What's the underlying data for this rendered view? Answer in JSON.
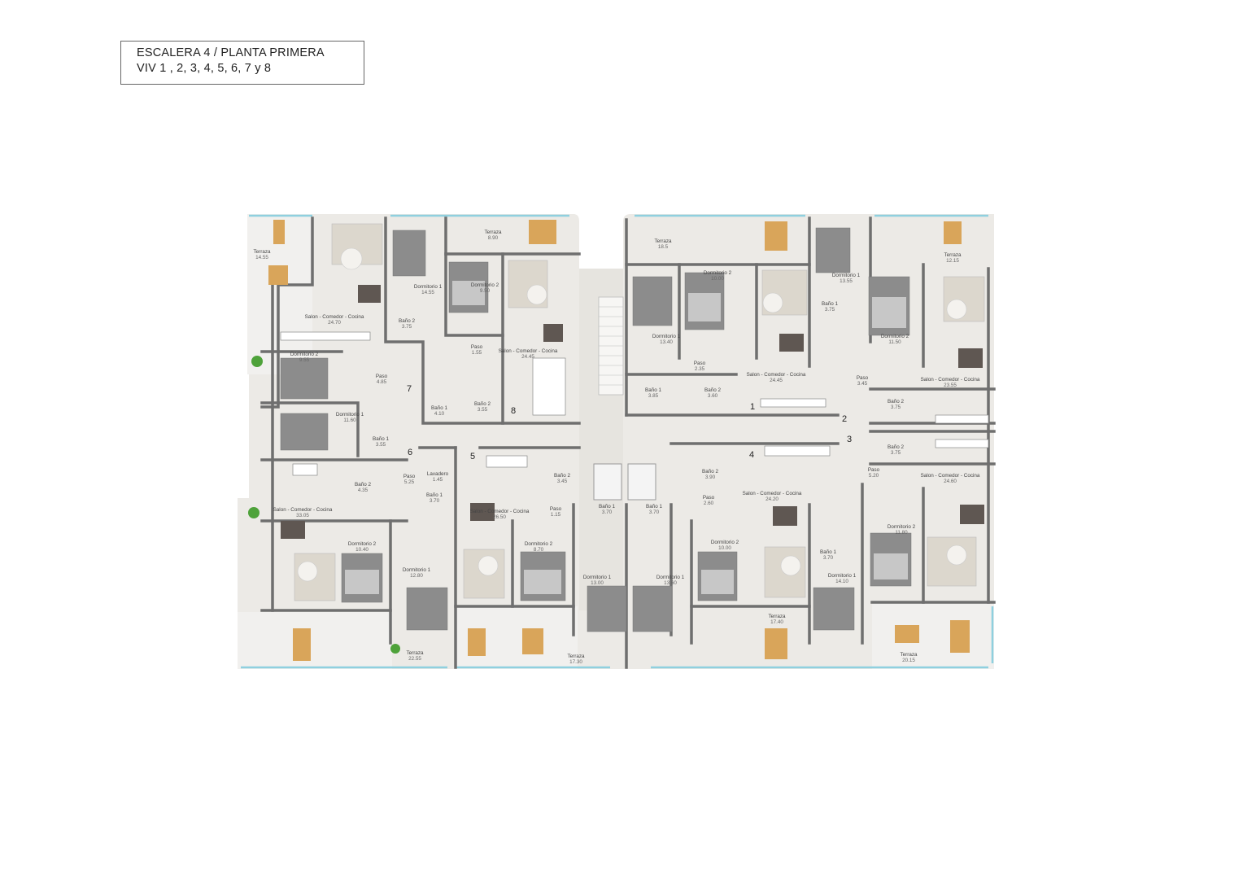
{
  "title": {
    "line1": "ESCALERA 4 / PLANTA  PRIMERA",
    "line2": "VIV 1 , 2, 3, 4, 5, 6, 7 y 8"
  },
  "colors": {
    "wall": "#6f6f6f",
    "floor": "#eceae6",
    "terrace": "#f1f0ee",
    "glass": "#8fd0df",
    "wood": "#d9a55a",
    "sofa": "#dcd7cd",
    "bed": "#8c8c8c",
    "plant": "#4ea23a"
  },
  "rooms": [
    {
      "name": "Terraza",
      "area": "14.55"
    },
    {
      "name": "Salon - Comedor - Cocina",
      "area": "24.70"
    },
    {
      "name": "Dormitorio 1",
      "area": "14.55"
    },
    {
      "name": "Dormitorio 2",
      "area": "9.50"
    },
    {
      "name": "Terraza",
      "area": "8.90"
    },
    {
      "name": "Salon - Comedor - Cocina",
      "area": "24.45"
    },
    {
      "name": "Baño 2",
      "area": "3.75"
    },
    {
      "name": "Paso",
      "area": "1.55"
    },
    {
      "name": "Dormitorio 2",
      "area": "9.55"
    },
    {
      "name": "Paso",
      "area": "4.85"
    },
    {
      "name": "Baño 1",
      "area": "4.10"
    },
    {
      "name": "Baño 2",
      "area": "3.55"
    },
    {
      "name": "Dormitorio 1",
      "area": "11.60"
    },
    {
      "name": "Baño 1",
      "area": "3.55"
    },
    {
      "name": "Terraza",
      "area": "18.5"
    },
    {
      "name": "Dormitorio 2",
      "area": "10.00"
    },
    {
      "name": "Dormitorio 1",
      "area": "13.40"
    },
    {
      "name": "Paso",
      "area": "2.35"
    },
    {
      "name": "Salon - Comedor - Cocina",
      "area": "24.45"
    },
    {
      "name": "Baño 1",
      "area": "3.85"
    },
    {
      "name": "Baño 2",
      "area": "3.60"
    },
    {
      "name": "Dormitorio 1",
      "area": "13.55"
    },
    {
      "name": "Baño 1",
      "area": "3.75"
    },
    {
      "name": "Terraza",
      "area": "12.15"
    },
    {
      "name": "Dormitorio 2",
      "area": "11.50"
    },
    {
      "name": "Paso",
      "area": "3.45"
    },
    {
      "name": "Salon - Comedor - Cocina",
      "area": "23.55"
    },
    {
      "name": "Baño 2",
      "area": "3.75"
    },
    {
      "name": "Baño 2",
      "area": "3.75"
    },
    {
      "name": "Paso",
      "area": "5.20"
    },
    {
      "name": "Salon - Comedor - Cocina",
      "area": "24.60"
    },
    {
      "name": "Lavadero",
      "area": "1.45"
    },
    {
      "name": "Baño 2",
      "area": "4.35"
    },
    {
      "name": "Paso",
      "area": "5.25"
    },
    {
      "name": "Baño 1",
      "area": "3.70"
    },
    {
      "name": "Baño 2",
      "area": "3.45"
    },
    {
      "name": "Salon - Comedor - Cocina",
      "area": "33.05"
    },
    {
      "name": "Salon - Comedor - Cocina",
      "area": "26.50"
    },
    {
      "name": "Paso",
      "area": "1.15"
    },
    {
      "name": "Baño 1",
      "area": "3.70"
    },
    {
      "name": "Baño 1",
      "area": "3.70"
    },
    {
      "name": "Baño 2",
      "area": "3.90"
    },
    {
      "name": "Paso",
      "area": "2.60"
    },
    {
      "name": "Salon - Comedor - Cocina",
      "area": "24.20"
    },
    {
      "name": "Dormitorio 2",
      "area": "10.40"
    },
    {
      "name": "Dormitorio 1",
      "area": "12.80"
    },
    {
      "name": "Dormitorio 2",
      "area": "8.70"
    },
    {
      "name": "Dormitorio 1",
      "area": "13.00"
    },
    {
      "name": "Dormitorio 1",
      "area": "13.60"
    },
    {
      "name": "Dormitorio 2",
      "area": "10.00"
    },
    {
      "name": "Baño 1",
      "area": "3.70"
    },
    {
      "name": "Dormitorio 1",
      "area": "14.10"
    },
    {
      "name": "Dormitorio 2",
      "area": "11.80"
    },
    {
      "name": "Terraza",
      "area": "17.40"
    },
    {
      "name": "Terraza",
      "area": "22.55"
    },
    {
      "name": "Terraza",
      "area": "17.30"
    },
    {
      "name": "Terraza",
      "area": "20.15"
    }
  ],
  "units": [
    "1",
    "2",
    "3",
    "4",
    "5",
    "6",
    "7",
    "8"
  ]
}
